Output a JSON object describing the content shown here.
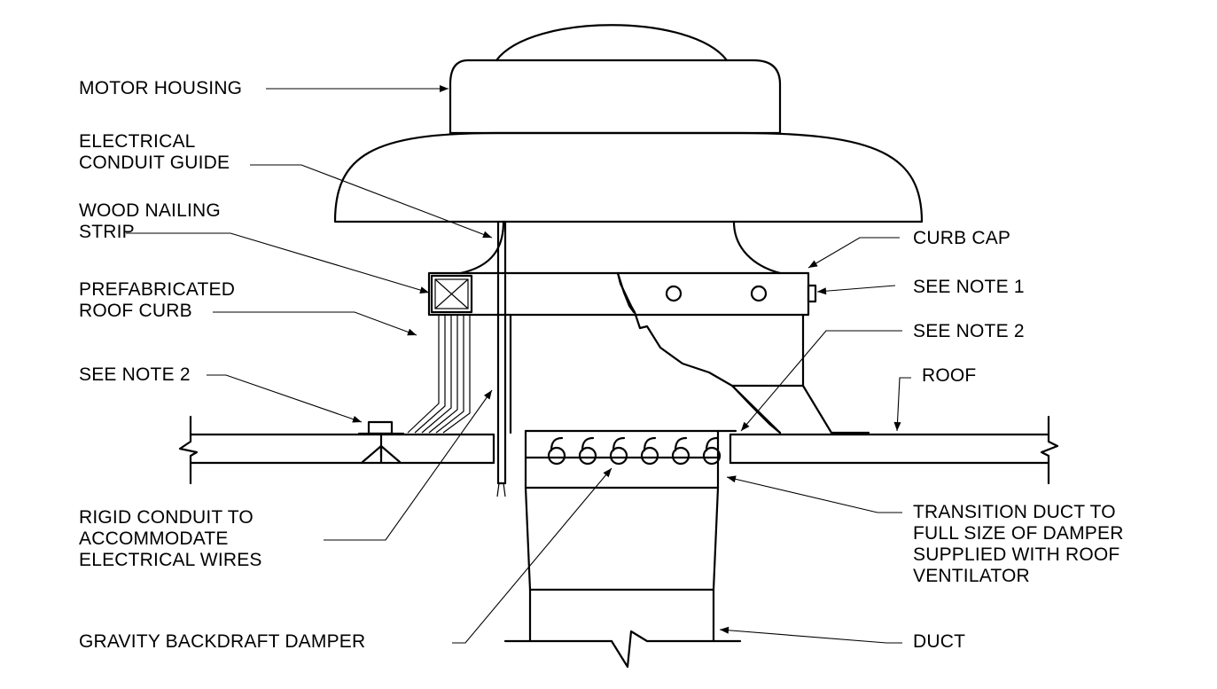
{
  "labels": {
    "motor_housing": "MOTOR HOUSING",
    "electrical_conduit_guide": [
      "ELECTRICAL",
      "CONDUIT GUIDE"
    ],
    "wood_nailing_strip": [
      "WOOD NAILING",
      "STRIP"
    ],
    "prefabricated_roof_curb": [
      "PREFABRICATED",
      "ROOF CURB"
    ],
    "see_note_2_left": "SEE NOTE 2",
    "curb_cap": "CURB CAP",
    "see_note_1": "SEE NOTE 1",
    "see_note_2_right": "SEE NOTE 2",
    "roof": "ROOF",
    "rigid_conduit": [
      "RIGID CONDUIT TO",
      "ACCOMMODATE",
      "ELECTRICAL WIRES"
    ],
    "transition_duct": [
      "TRANSITION DUCT TO",
      "FULL SIZE OF DAMPER",
      "SUPPLIED WITH ROOF",
      "VENTILATOR"
    ],
    "gravity_backdraft_damper": "GRAVITY BACKDRAFT DAMPER",
    "duct": "DUCT"
  }
}
